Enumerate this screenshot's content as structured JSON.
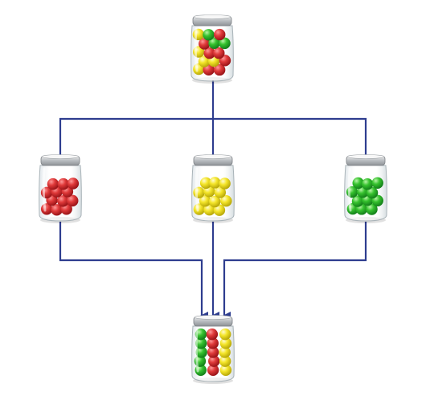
{
  "diagram": {
    "line_color": "#2e3d8f",
    "jars": [
      {
        "id": "mixed-jar-top",
        "contents": "mixed",
        "colors": [
          "red",
          "yellow",
          "green"
        ]
      },
      {
        "id": "red-jar",
        "contents": "red",
        "colors": [
          "red"
        ]
      },
      {
        "id": "yellow-jar",
        "contents": "yellow",
        "colors": [
          "yellow"
        ]
      },
      {
        "id": "green-jar",
        "contents": "green",
        "colors": [
          "green"
        ]
      },
      {
        "id": "sorted-jar-bottom",
        "contents": "sorted",
        "colors": [
          "green",
          "red",
          "yellow"
        ]
      }
    ],
    "palette": {
      "red": "#d4262c",
      "yellow": "#f2e21d",
      "green": "#2fbf2b",
      "lid": "#b9bcbf",
      "glass": "#eef3f5"
    }
  }
}
